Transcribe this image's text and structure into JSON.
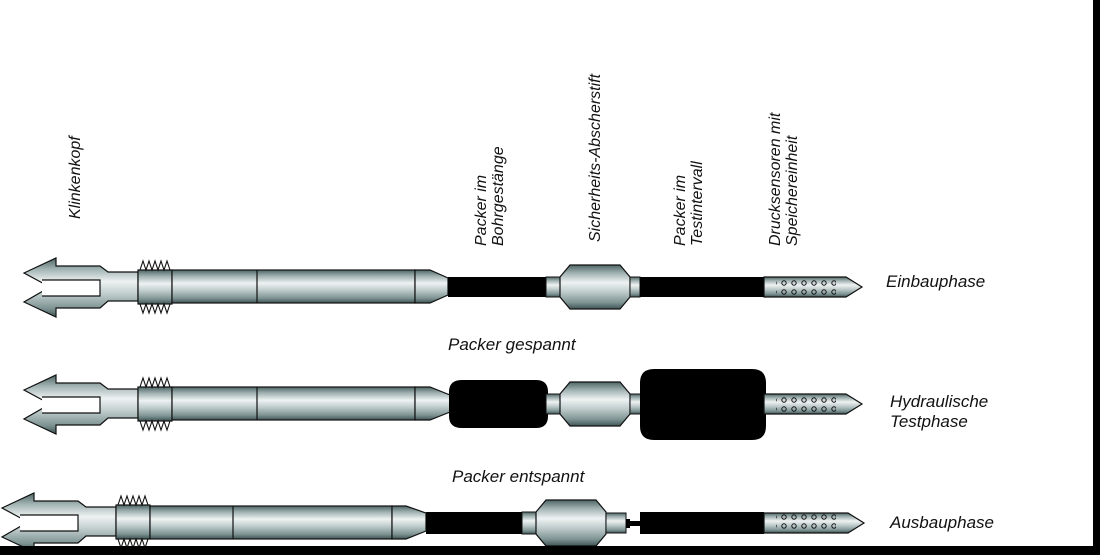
{
  "component_labels": {
    "klinkenkopf": "Klinkenkopf",
    "packer_bohrgestaenge_1": "Packer im",
    "packer_bohrgestaenge_2": "Bohrgestänge",
    "sicherheits_abscherstift": "Sicherheits-Abscherstift",
    "packer_testintervall_1": "Packer im",
    "packer_testintervall_2": "Testintervall",
    "drucksensoren_1": "Drucksensoren mit",
    "drucksensoren_2": "Speichereinheit"
  },
  "phase_labels": {
    "einbauphase": "Einbauphase",
    "hydraulische_1": "Hydraulische",
    "hydraulische_2": "Testphase",
    "ausbauphase": "Ausbauphase"
  },
  "state_labels": {
    "gespannt": "Packer gespannt",
    "entspannt": "Packer entspannt"
  },
  "colors": {
    "steel_light": "#e6ecec",
    "steel_dark": "#4e6565",
    "packer": "#000000",
    "outline": "#111111"
  }
}
